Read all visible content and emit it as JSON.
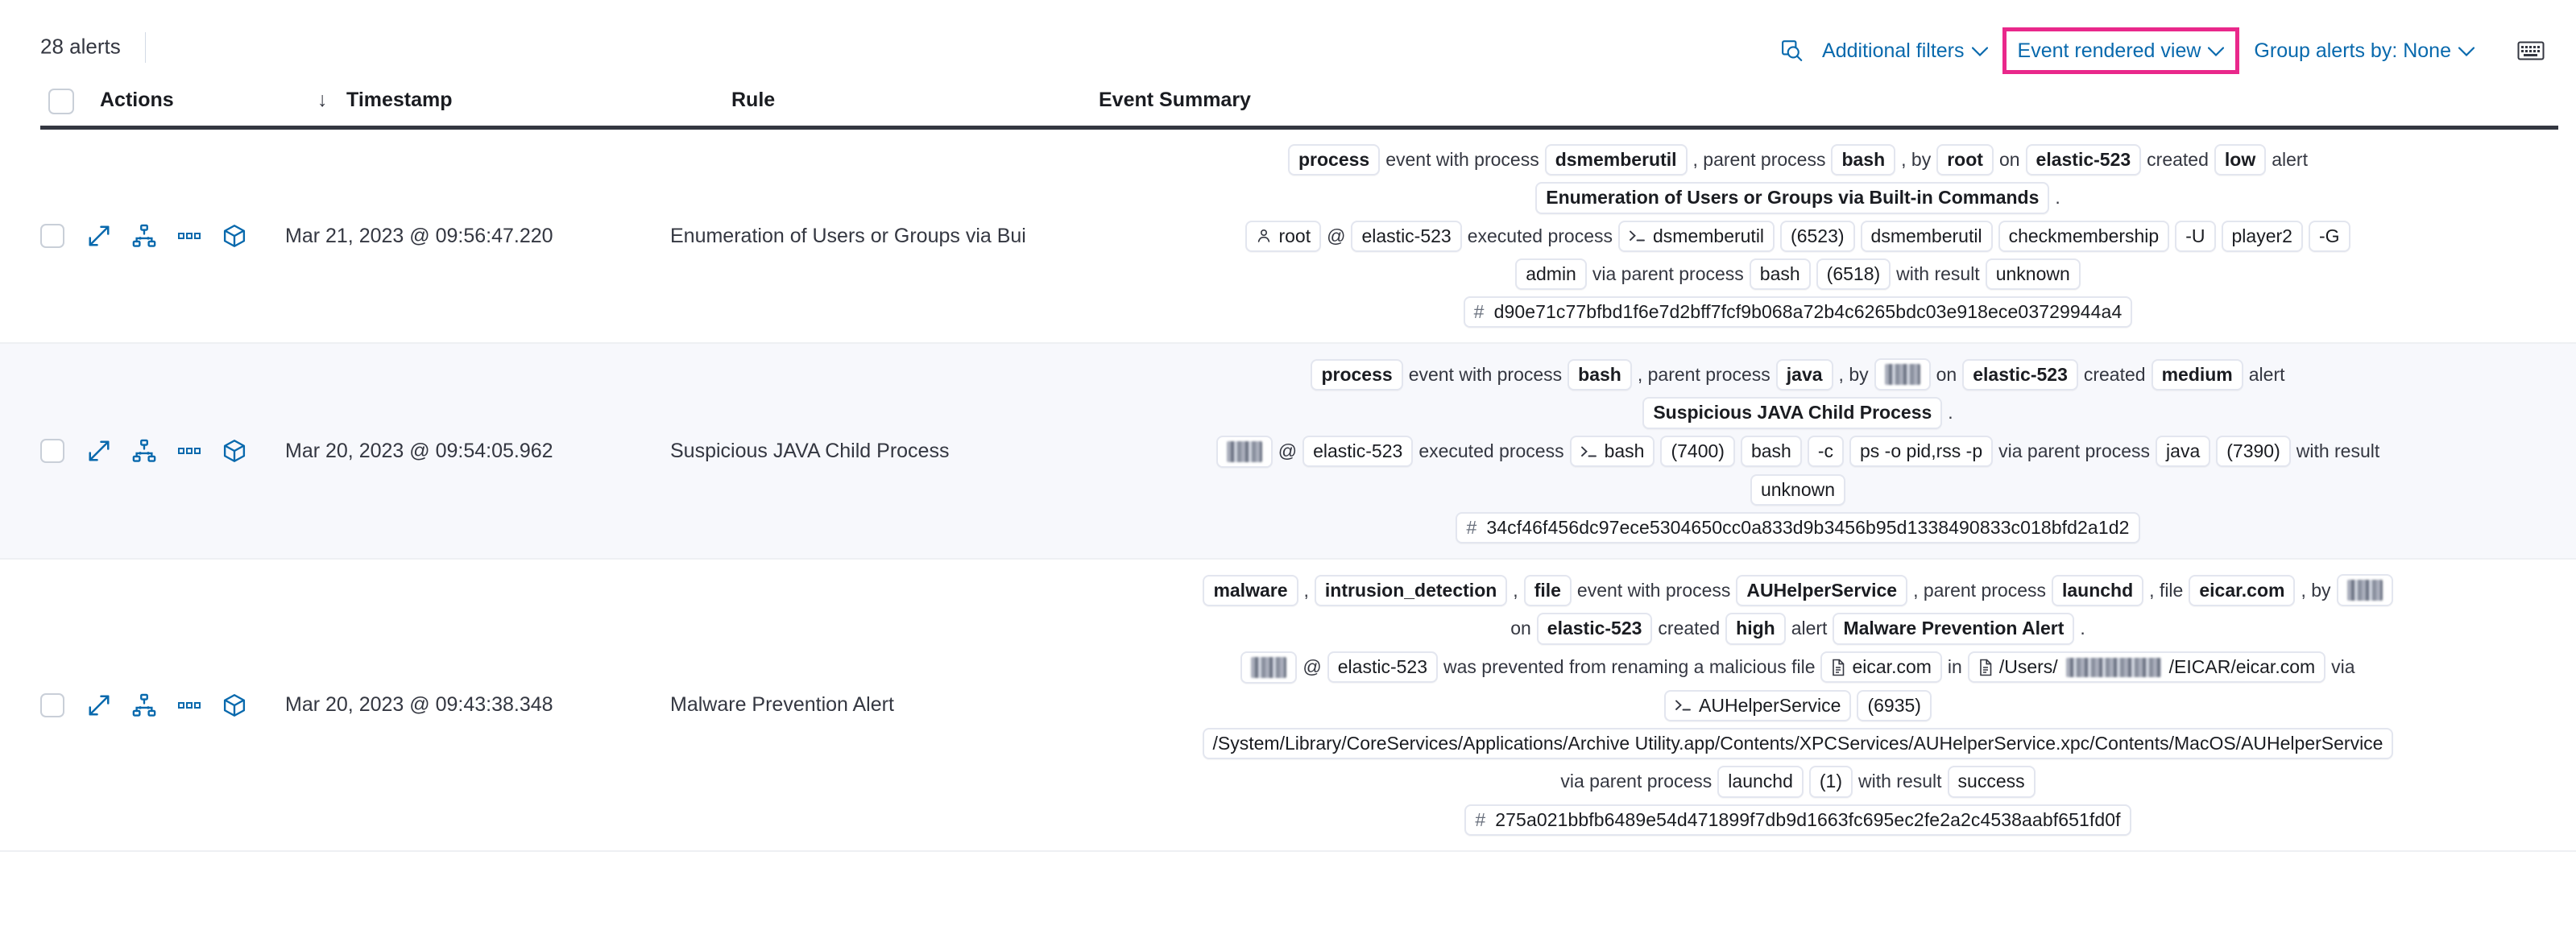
{
  "toolbar": {
    "alerts_count": "28 alerts",
    "inspect_icon": "inspect-icon",
    "additional_filters": "Additional filters",
    "event_rendered_view": "Event rendered view",
    "group_alerts_by": "Group alerts by: None",
    "keyboard_icon": "keyboard-icon",
    "chevron": "⌄",
    "highlight_color": "#e9288b",
    "link_color": "#0869ad"
  },
  "table": {
    "headers": {
      "actions": "Actions",
      "timestamp": "Timestamp",
      "rule": "Rule",
      "event_summary": "Event Summary",
      "sort_arrow": "↓"
    },
    "rows": [
      {
        "timestamp": "Mar 21, 2023 @ 09:56:47.220",
        "rule": "Enumeration of Users or Groups via Bui",
        "severity": "low",
        "lines": [
          [
            {
              "t": "chip",
              "v": "process",
              "bold": true
            },
            {
              "t": "txt",
              "v": "event with process"
            },
            {
              "t": "chip",
              "v": "dsmemberutil",
              "bold": true
            },
            {
              "t": "txt",
              "v": ", parent process"
            },
            {
              "t": "chip",
              "v": "bash",
              "bold": true
            },
            {
              "t": "txt",
              "v": ", by"
            },
            {
              "t": "chip",
              "v": "root",
              "bold": true
            },
            {
              "t": "txt",
              "v": "on"
            },
            {
              "t": "chip",
              "v": "elastic-523",
              "bold": true
            },
            {
              "t": "txt",
              "v": "created"
            },
            {
              "t": "chip",
              "v": "low",
              "bold": true
            },
            {
              "t": "txt",
              "v": "alert"
            }
          ],
          [
            {
              "t": "chip",
              "v": "Enumeration of Users or Groups via Built-in Commands",
              "bold": true
            },
            {
              "t": "txt",
              "v": "."
            }
          ],
          [
            {
              "t": "chip",
              "v": "root",
              "icon": "user-icon"
            },
            {
              "t": "txt",
              "v": "@"
            },
            {
              "t": "chip",
              "v": "elastic-523"
            },
            {
              "t": "txt",
              "v": "executed process"
            },
            {
              "t": "chip",
              "v": "dsmemberutil",
              "icon": "console-icon"
            },
            {
              "t": "chip",
              "v": "(6523)"
            },
            {
              "t": "chip",
              "v": "dsmemberutil"
            },
            {
              "t": "chip",
              "v": "checkmembership"
            },
            {
              "t": "chip",
              "v": "-U"
            },
            {
              "t": "chip",
              "v": "player2"
            },
            {
              "t": "chip",
              "v": "-G"
            }
          ],
          [
            {
              "t": "chip",
              "v": "admin"
            },
            {
              "t": "txt",
              "v": "via parent process"
            },
            {
              "t": "chip",
              "v": "bash"
            },
            {
              "t": "chip",
              "v": "(6518)"
            },
            {
              "t": "txt",
              "v": "with result"
            },
            {
              "t": "chip",
              "v": "unknown"
            }
          ],
          [
            {
              "t": "hash",
              "v": "d90e71c77bfbd1f6e7d2bff7fcf9b068a72b4c6265bdc03e918ece03729944a4"
            }
          ]
        ]
      },
      {
        "timestamp": "Mar 20, 2023 @ 09:54:05.962",
        "rule": "Suspicious JAVA Child Process",
        "severity": "medium",
        "lines": [
          [
            {
              "t": "chip",
              "v": "process",
              "bold": true
            },
            {
              "t": "txt",
              "v": "event with process"
            },
            {
              "t": "chip",
              "v": "bash",
              "bold": true
            },
            {
              "t": "txt",
              "v": ", parent process"
            },
            {
              "t": "chip",
              "v": "java",
              "bold": true
            },
            {
              "t": "txt",
              "v": ", by"
            },
            {
              "t": "redact",
              "v": ""
            },
            {
              "t": "txt",
              "v": "on"
            },
            {
              "t": "chip",
              "v": "elastic-523",
              "bold": true
            },
            {
              "t": "txt",
              "v": "created"
            },
            {
              "t": "chip",
              "v": "medium",
              "bold": true
            },
            {
              "t": "txt",
              "v": "alert"
            }
          ],
          [
            {
              "t": "chip",
              "v": "Suspicious JAVA Child Process",
              "bold": true
            },
            {
              "t": "txt",
              "v": "."
            }
          ],
          [
            {
              "t": "redact",
              "v": ""
            },
            {
              "t": "txt",
              "v": "@"
            },
            {
              "t": "chip",
              "v": "elastic-523"
            },
            {
              "t": "txt",
              "v": "executed process"
            },
            {
              "t": "chip",
              "v": "bash",
              "icon": "console-icon"
            },
            {
              "t": "chip",
              "v": "(7400)"
            },
            {
              "t": "chip",
              "v": "bash"
            },
            {
              "t": "chip",
              "v": "-c"
            },
            {
              "t": "chip",
              "v": "ps -o pid,rss -p"
            },
            {
              "t": "txt",
              "v": "via parent process"
            },
            {
              "t": "chip",
              "v": "java"
            },
            {
              "t": "chip",
              "v": "(7390)"
            },
            {
              "t": "txt",
              "v": "with result"
            }
          ],
          [
            {
              "t": "chip",
              "v": "unknown"
            }
          ],
          [
            {
              "t": "hash",
              "v": "34cf46f456dc97ece5304650cc0a833d9b3456b95d1338490833c018bfd2a1d2"
            }
          ]
        ]
      },
      {
        "timestamp": "Mar 20, 2023 @ 09:43:38.348",
        "rule": "Malware Prevention Alert",
        "severity": "high",
        "lines": [
          [
            {
              "t": "chip",
              "v": "malware",
              "bold": true
            },
            {
              "t": "txt",
              "v": ","
            },
            {
              "t": "chip",
              "v": "intrusion_detection",
              "bold": true
            },
            {
              "t": "txt",
              "v": ","
            },
            {
              "t": "chip",
              "v": "file",
              "bold": true
            },
            {
              "t": "txt",
              "v": "event with process"
            },
            {
              "t": "chip",
              "v": "AUHelperService",
              "bold": true
            },
            {
              "t": "txt",
              "v": ", parent process"
            },
            {
              "t": "chip",
              "v": "launchd",
              "bold": true
            },
            {
              "t": "txt",
              "v": ", file"
            },
            {
              "t": "chip",
              "v": "eicar.com",
              "bold": true
            },
            {
              "t": "txt",
              "v": ", by"
            },
            {
              "t": "redact",
              "v": ""
            }
          ],
          [
            {
              "t": "txt",
              "v": "on"
            },
            {
              "t": "chip",
              "v": "elastic-523",
              "bold": true
            },
            {
              "t": "txt",
              "v": "created"
            },
            {
              "t": "chip",
              "v": "high",
              "bold": true
            },
            {
              "t": "txt",
              "v": "alert"
            },
            {
              "t": "chip",
              "v": "Malware Prevention Alert",
              "bold": true
            },
            {
              "t": "txt",
              "v": "."
            }
          ],
          [
            {
              "t": "redact",
              "v": ""
            },
            {
              "t": "txt",
              "v": "@"
            },
            {
              "t": "chip",
              "v": "elastic-523"
            },
            {
              "t": "txt",
              "v": "was prevented from renaming a malicious file"
            },
            {
              "t": "chip",
              "v": "eicar.com",
              "icon": "file-icon"
            },
            {
              "t": "txt",
              "v": "in"
            },
            {
              "t": "chippath",
              "pre": "/Users/",
              "post": "/EICAR/eicar.com",
              "icon": "file-icon"
            },
            {
              "t": "txt",
              "v": "via"
            }
          ],
          [
            {
              "t": "chip",
              "v": "AUHelperService",
              "icon": "console-icon"
            },
            {
              "t": "chip",
              "v": "(6935)"
            }
          ],
          [
            {
              "t": "chip",
              "v": "/System/Library/CoreServices/Applications/Archive Utility.app/Contents/XPCServices/AUHelperService.xpc/Contents/MacOS/AUHelperService"
            }
          ],
          [
            {
              "t": "txt",
              "v": "via parent process"
            },
            {
              "t": "chip",
              "v": "launchd"
            },
            {
              "t": "chip",
              "v": "(1)"
            },
            {
              "t": "txt",
              "v": "with result"
            },
            {
              "t": "chip",
              "v": "success"
            }
          ],
          [
            {
              "t": "hash",
              "v": "275a021bbfb6489e54d471899f7db9d1663fc695ec2fe2a2c4538aabf651fd0f"
            }
          ]
        ]
      }
    ]
  }
}
